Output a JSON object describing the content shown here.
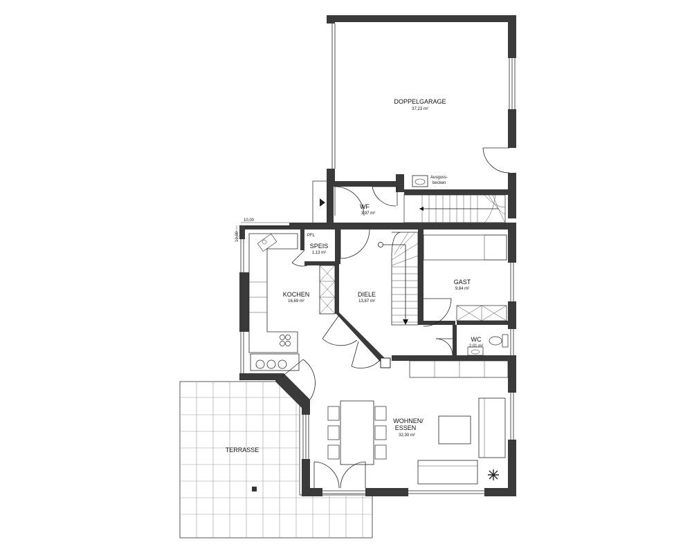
{
  "rooms": {
    "garage": {
      "name": "DOPPELGARAGE",
      "area": "37,23 m²"
    },
    "wf": {
      "name": "WF",
      "area": "3,97 m²"
    },
    "speis": {
      "name": "SPEIS",
      "area": "1,13 m²"
    },
    "kochen": {
      "name": "KOCHEN",
      "area": "16,69 m²"
    },
    "diele": {
      "name": "DIELE",
      "area": "13,87 m²"
    },
    "gast": {
      "name": "GAST",
      "area": "9,84 m²"
    },
    "wc": {
      "name": "WC",
      "area": "2,01 m²"
    },
    "wohnen": {
      "name_line1": "WOHNEN/",
      "name_line2": "ESSEN",
      "area": "32,30 m²"
    },
    "terrasse": {
      "name": "TERRASSE"
    }
  },
  "labels": {
    "ausguss_line1": "Ausguss-",
    "ausguss_line2": "becken",
    "pfl": "PFL",
    "dim_top": "10,00",
    "dim_side": "10,00"
  }
}
